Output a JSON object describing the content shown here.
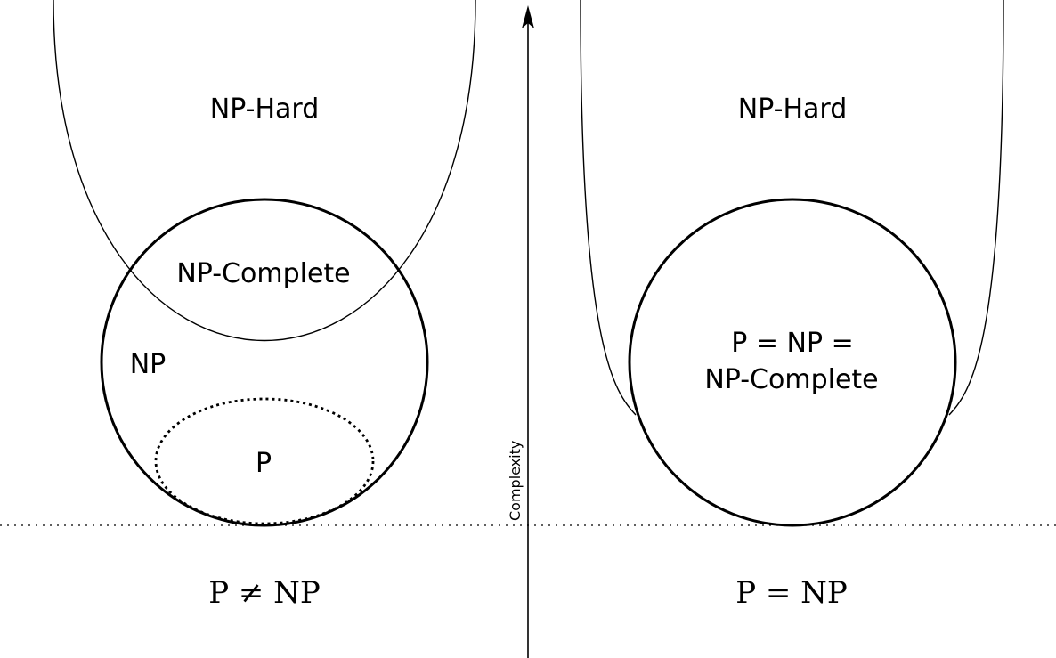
{
  "axis": {
    "label": "Complexity"
  },
  "left": {
    "np_hard": "NP-Hard",
    "np_complete": "NP-Complete",
    "np": "NP",
    "p": "P",
    "caption": "P ≠ NP"
  },
  "right": {
    "np_hard": "NP-Hard",
    "equality_line1": "P = NP =",
    "equality_line2": "NP-Complete",
    "caption": "P = NP"
  }
}
